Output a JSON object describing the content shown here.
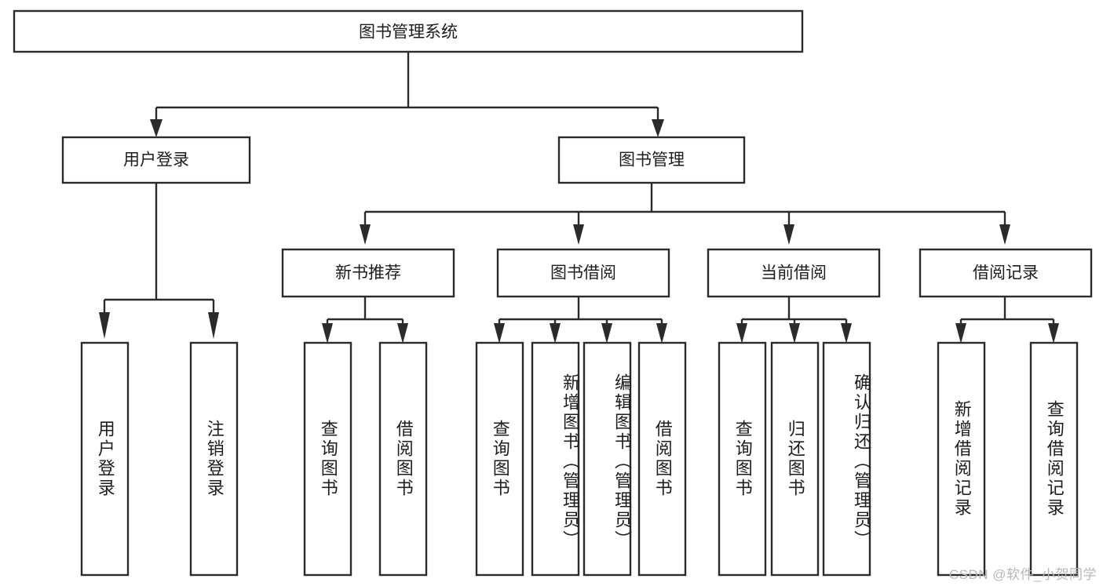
{
  "diagram": {
    "title": "图书管理系统",
    "type": "tree-hierarchy",
    "orientation": "top-down",
    "colors": {
      "stroke": "#2b2b2b",
      "fill": "#ffffff",
      "text": "#1d1d1d",
      "watermark": "#b8b8b8"
    },
    "root": {
      "label": "图书管理系统"
    },
    "level2": [
      {
        "label": "用户登录"
      },
      {
        "label": "图书管理"
      }
    ],
    "level3": [
      {
        "label": "新书推荐"
      },
      {
        "label": "图书借阅"
      },
      {
        "label": "当前借阅"
      },
      {
        "label": "借阅记录"
      }
    ],
    "leaves": {
      "user_login": [
        {
          "label": "用户登录"
        },
        {
          "label": "注销登录"
        }
      ],
      "new_book_recommend": [
        {
          "label": "查询图书"
        },
        {
          "label": "借阅图书"
        }
      ],
      "book_borrow": [
        {
          "label": "查询图书"
        },
        {
          "label": "新增图书（管理员）"
        },
        {
          "label": "编辑图书（管理员）"
        },
        {
          "label": "借阅图书"
        }
      ],
      "current_borrow": [
        {
          "label": "查询图书"
        },
        {
          "label": "归还图书"
        },
        {
          "label": "确认归还（管理员）"
        }
      ],
      "borrow_records": [
        {
          "label": "新增借阅记录"
        },
        {
          "label": "查询借阅记录"
        }
      ]
    },
    "watermark": "CSDN @软件_小贺同学"
  }
}
